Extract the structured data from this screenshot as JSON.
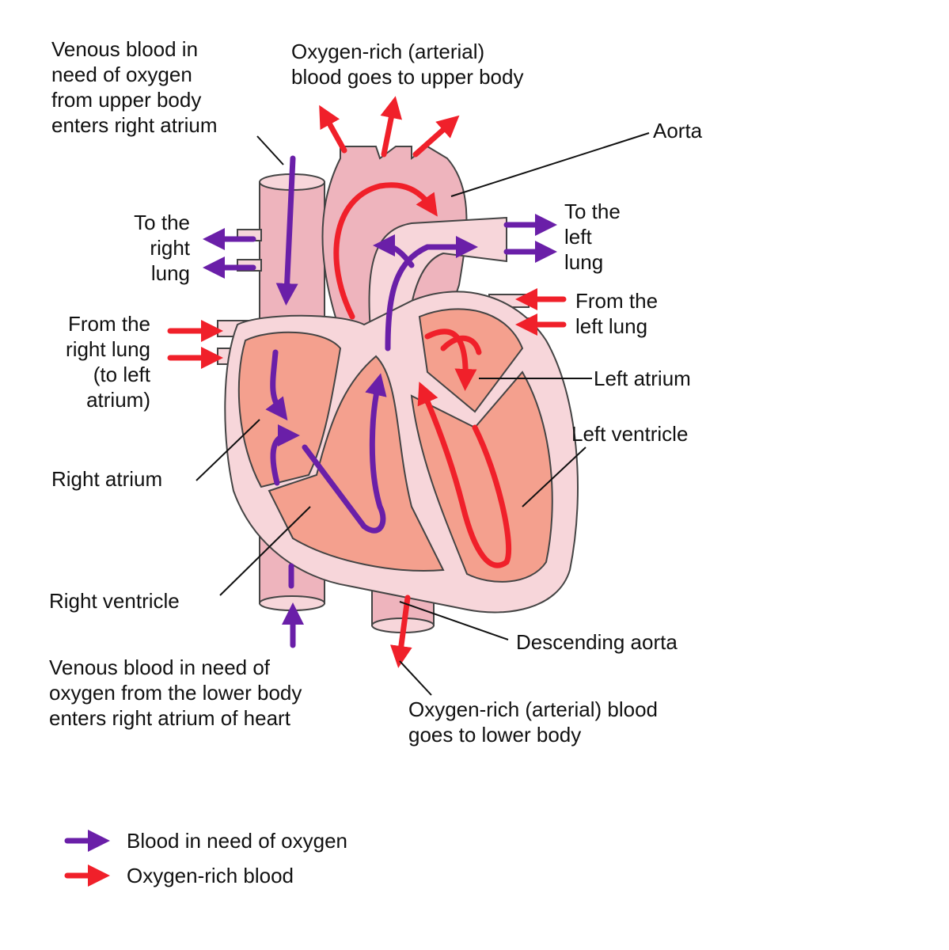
{
  "labels": {
    "venous_upper": [
      "Venous blood in",
      "need of oxygen",
      "from upper body",
      "enters right atrium"
    ],
    "oxygen_upper": [
      "Oxygen-rich (arterial)",
      "blood goes to upper body"
    ],
    "aorta": "Aorta",
    "to_right_lung": [
      "To the",
      "right",
      "lung"
    ],
    "to_left_lung": [
      "To the",
      "left",
      "lung"
    ],
    "from_left_lung": [
      "From the",
      "left lung"
    ],
    "from_right_lung": [
      "From the",
      "right lung",
      "(to left",
      "atrium)"
    ],
    "left_atrium": "Left atrium",
    "left_ventricle": "Left ventricle",
    "right_atrium": "Right atrium",
    "right_ventricle": "Right ventricle",
    "descending_aorta": "Descending aorta",
    "venous_lower": [
      "Venous blood in need of",
      "oxygen from the lower body",
      "enters right atrium of heart"
    ],
    "oxygen_lower": [
      "Oxygen-rich (arterial) blood",
      "goes to lower body"
    ]
  },
  "legend": [
    {
      "label": "Blood in need of oxygen",
      "color": "#6a1fa8"
    },
    {
      "label": "Oxygen-rich blood",
      "color": "#f0202a"
    }
  ],
  "colors": {
    "deoxygenated": "#6a1fa8",
    "oxygenated": "#f0202a",
    "chamber": "#f4a08e",
    "wall": "#f7d6da",
    "vessel": "#eeb4bd"
  }
}
